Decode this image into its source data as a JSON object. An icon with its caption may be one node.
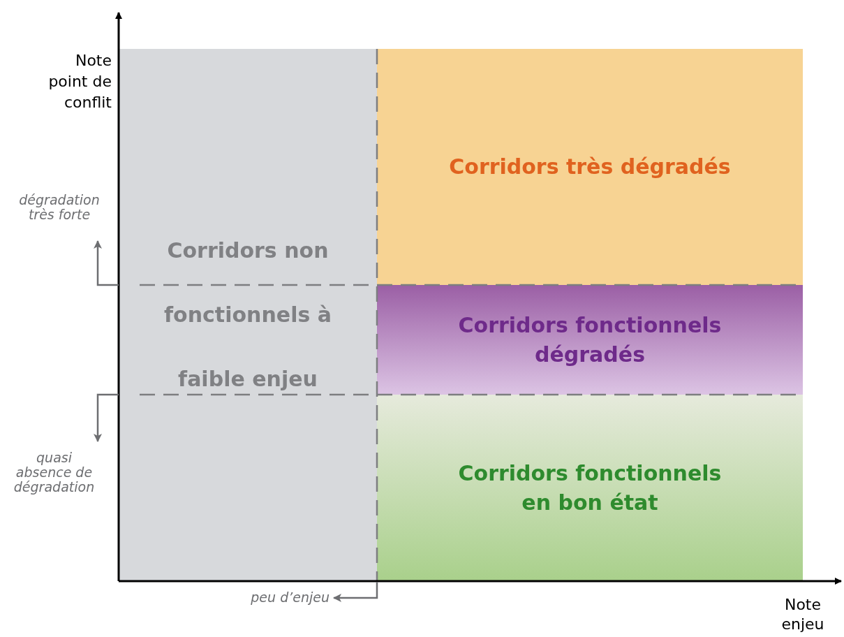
{
  "diagram": {
    "nodes": [
      {
        "text": [
          "Corridors non fonctionnels à faible enjeu"
        ]
      },
      {
        "text": [
          "Corridors très dégradés"
        ]
      },
      {
        "text": [
          "Corridors fonctionnels dégradés"
        ]
      },
      {
        "text": [
          "Corridors fonctionnels en bon état"
        ]
      },
      {
        "text": [
          "peu d’enjeu"
        ]
      }
    ],
    "edges": [
      {
        "from": 3,
        "to": 4,
        "arrow": "to"
      }
    ],
    "labels": [
      "Note point de conflit",
      "dégradation très forte",
      "quasi absence de dégradation",
      "Note enjeu"
    ]
  }
}
